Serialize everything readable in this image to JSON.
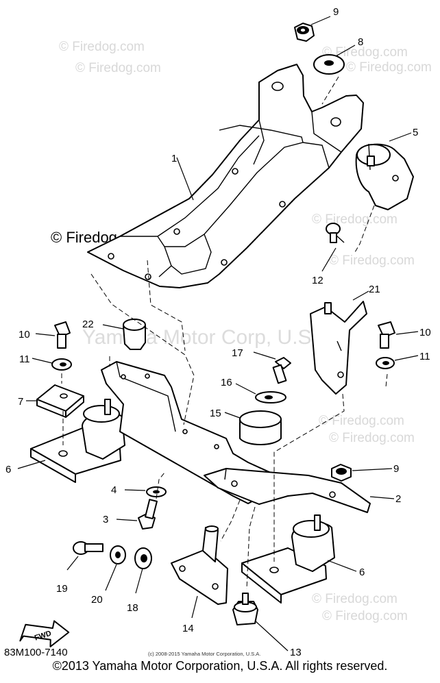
{
  "watermarks": {
    "firedog": "© Firedog.com",
    "yamaha": "Yamaha Motor Corp, U.S.A."
  },
  "callouts": {
    "p1": "1",
    "p2": "2",
    "p3": "3",
    "p4": "4",
    "p5": "5",
    "p6a": "6",
    "p6b": "6",
    "p7": "7",
    "p8": "8",
    "p9a": "9",
    "p9b": "9",
    "p10a": "10",
    "p10b": "10",
    "p11a": "11",
    "p11b": "11",
    "p12": "12",
    "p13": "13",
    "p14": "14",
    "p15": "15",
    "p16": "16",
    "p17": "17",
    "p18": "18",
    "p19": "19",
    "p20": "20",
    "p21": "21",
    "p22": "22"
  },
  "fwd_label": "FWD",
  "diagram_code": "83M100-7140",
  "small_copyright": "(c) 2008-2015 Yamaha Motor Corporation, U.S.A.",
  "copyright": "©2013 Yamaha Motor Corporation, U.S.A. All rights reserved."
}
